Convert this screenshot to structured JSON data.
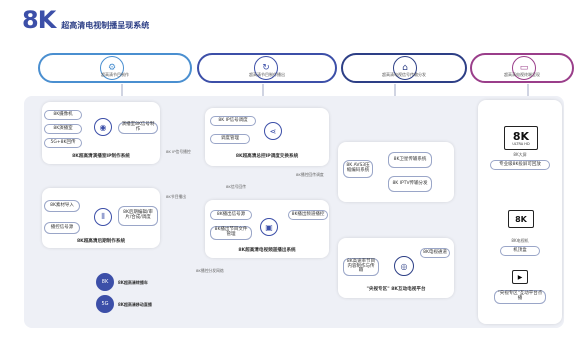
{
  "header": {
    "logo_text": "8K",
    "title": "超高清电视制播呈现系统"
  },
  "phases": [
    {
      "label": "超高清节目制作",
      "icon": "gears-icon",
      "color": "#4a8fd0"
    },
    {
      "label": "超高清节目制作播出",
      "icon": "refresh-icon",
      "color": "#3c4fa8"
    },
    {
      "label": "超高清电视信号传输分发",
      "icon": "broadcast-tower-icon",
      "color": "#2d3f86"
    },
    {
      "label": "超高清电视终端呈现",
      "icon": "monitor-icon",
      "color": "#9a3e8a"
    }
  ],
  "production_upper": {
    "inputs": [
      "8K摄像机",
      "8K演播室",
      "5G+8K回传"
    ],
    "right_pill": "演播室8K信号制作",
    "system_label": "8K超高清演播室IP制作系统"
  },
  "production_lower": {
    "inputs": [
      "8K素材导入",
      "播控信号源"
    ],
    "right_pill": "8K后期编辑/审片/合成/调度",
    "system_label": "8K超高清后期制作系统"
  },
  "trucks": [
    {
      "badge": "8K",
      "label": "8K超高清转播车"
    },
    {
      "badge": "5G",
      "label": "8K超高清移动直播"
    }
  ],
  "playout_upper": {
    "pills": [
      "8K IP信号调度",
      "调度管理"
    ],
    "system_label": "8K超高清总控IP调度交换系统"
  },
  "playout_lower": {
    "left_pills": [
      "8K播出信号源",
      "8K播出节目文件管理"
    ],
    "right_pill": "8K播出频道播控",
    "system_label": "8K超高清电视频道播出系统"
  },
  "distribution": {
    "encoder_pill": "8K AVS3压缩编码系统",
    "outputs": [
      "8K卫星传输系统",
      "8K IPTV传输分发"
    ],
    "network_pills": [
      "8K高速率节目内容制作与传输",
      "8K电视通道"
    ],
    "platform_label": "\"央视专区\" 8K互动电视平台"
  },
  "flow_labels": [
    "8K IP信号播控",
    "8K节目播出",
    "8K信号回传",
    "8K播控回传调度",
    "8K播控分发网络"
  ],
  "terminals": [
    {
      "title": "8K",
      "sub": "ULTRA HD",
      "label": "8K大屏",
      "pill": "专业级8K投屏可回放"
    },
    {
      "title": "8K",
      "sub": "",
      "label": "8K电视机",
      "pill": "机顶盒"
    },
    {
      "title": "",
      "sub": "",
      "label": "",
      "pill": "\"央视专区\"互动平台点播"
    }
  ],
  "colors": {
    "accent": "#3c4fa8",
    "arrow": "#c9846a",
    "panel": "#eef0f6",
    "line": "#8a93b8"
  }
}
